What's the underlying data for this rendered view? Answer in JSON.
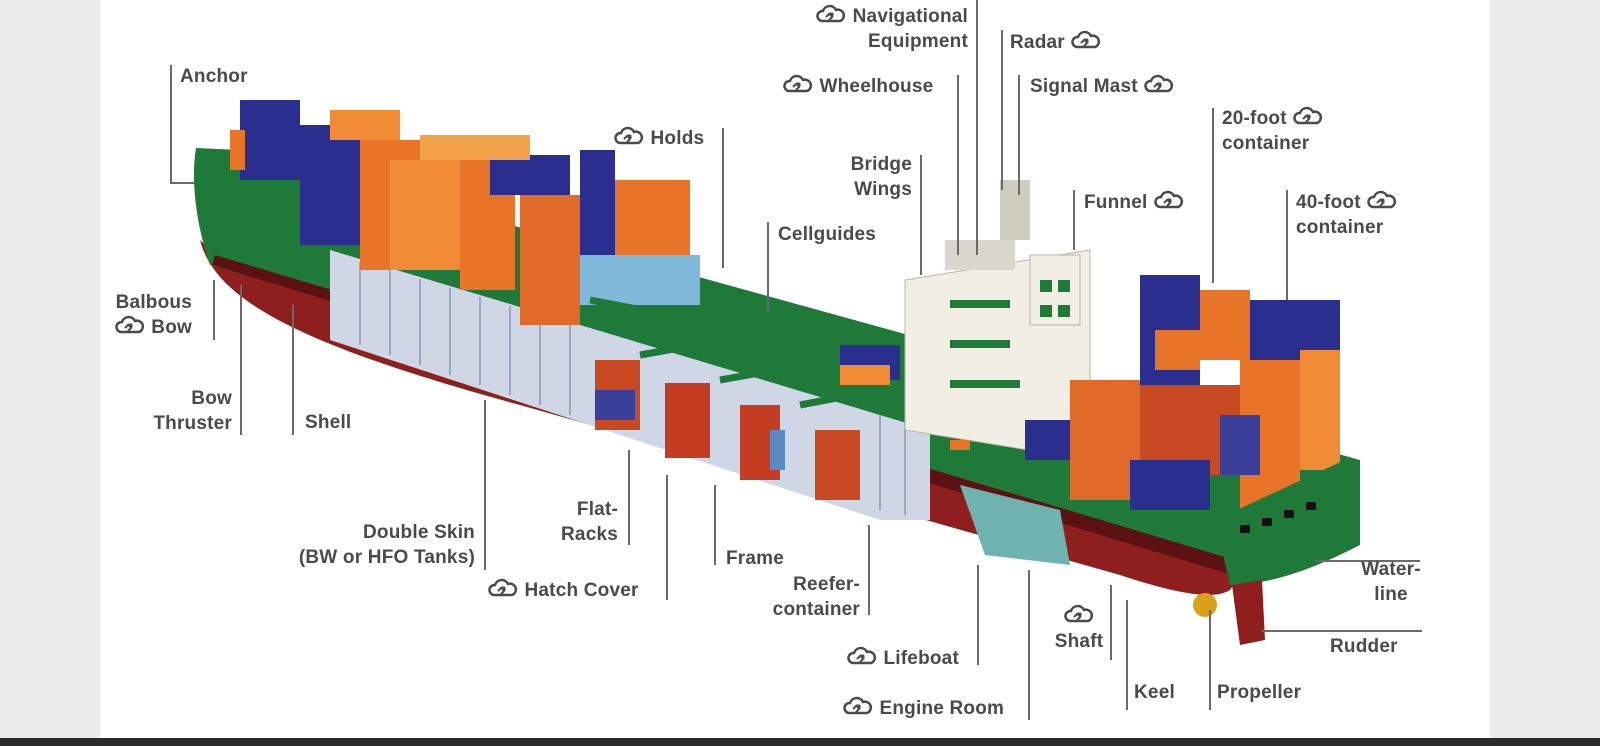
{
  "diagram": {
    "icon": "cloud-link-icon",
    "colors": {
      "hull_green": "#1f7a3a",
      "hull_red": "#8f1f1f",
      "container_orange": "#e8742a",
      "container_blue": "#2a2f8f",
      "superstructure": "#f1efe4",
      "label_text": "#4a4a4a"
    },
    "labels": {
      "anchor": "Anchor",
      "balbous_bow_1": "Balbous",
      "balbous_bow_2": "Bow",
      "bow_thruster_1": "Bow",
      "bow_thruster_2": "Thruster",
      "shell": "Shell",
      "holds": "Holds",
      "navigational_equipment_1": "Navigational",
      "navigational_equipment_2": "Equipment",
      "radar": "Radar",
      "wheelhouse": "Wheelhouse",
      "signal_mast": "Signal Mast",
      "twenty_foot_1": "20-foot",
      "twenty_foot_2": "container",
      "bridge_wings_1": "Bridge",
      "bridge_wings_2": "Wings",
      "funnel": "Funnel",
      "forty_foot_1": "40-foot",
      "forty_foot_2": "container",
      "cellguides": "Cellguides",
      "double_skin_1": "Double Skin",
      "double_skin_2": "(BW or HFO Tanks)",
      "flat_racks_1": "Flat-",
      "flat_racks_2": "Racks",
      "hatch_cover": "Hatch Cover",
      "frame": "Frame",
      "reefer_1": "Reefer-",
      "reefer_2": "container",
      "waterline_1": "Water-",
      "waterline_2": "line",
      "lifeboat": "Lifeboat",
      "shaft": "Shaft",
      "rudder": "Rudder",
      "engine_room": "Engine Room",
      "keel": "Keel",
      "propeller": "Propeller"
    }
  }
}
